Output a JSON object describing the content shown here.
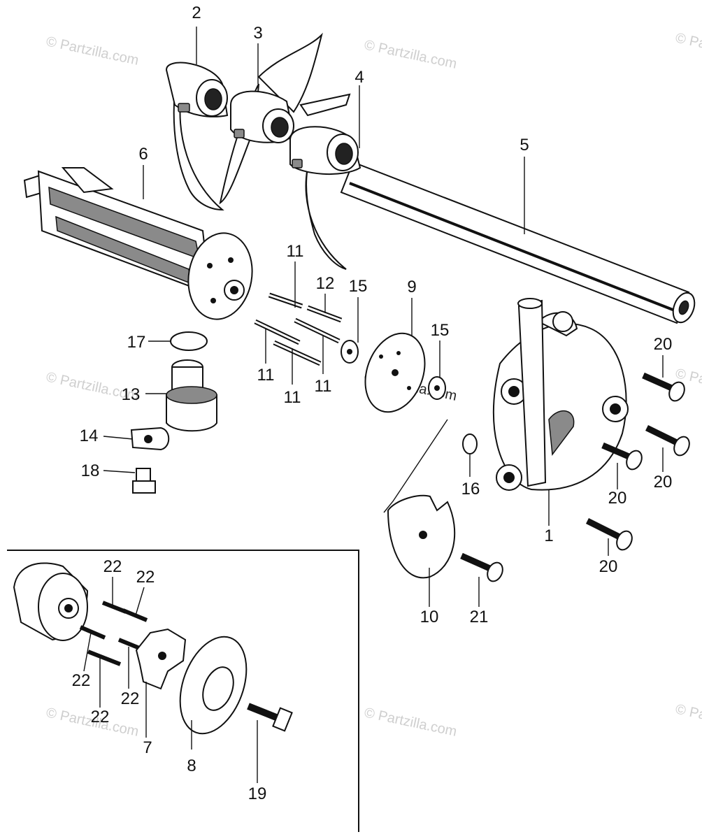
{
  "watermark": "© Partzilla.com",
  "callouts": {
    "c1": "1",
    "c2": "2",
    "c3": "3",
    "c4": "4",
    "c5": "5",
    "c6": "6",
    "c7": "7",
    "c8": "8",
    "c9": "9",
    "c10": "10",
    "c11a": "11",
    "c11b": "11",
    "c11c": "11",
    "c11d": "11",
    "c12": "12",
    "c13": "13",
    "c14": "14",
    "c15a": "15",
    "c15b": "15",
    "c16": "16",
    "c17": "17",
    "c18": "18",
    "c19": "19",
    "c20a": "20",
    "c20b": "20",
    "c20c": "20",
    "c20d": "20",
    "c21": "21",
    "c22a": "22",
    "c22b": "22",
    "c22c": "22",
    "c22d": "22",
    "c22e": "22"
  }
}
